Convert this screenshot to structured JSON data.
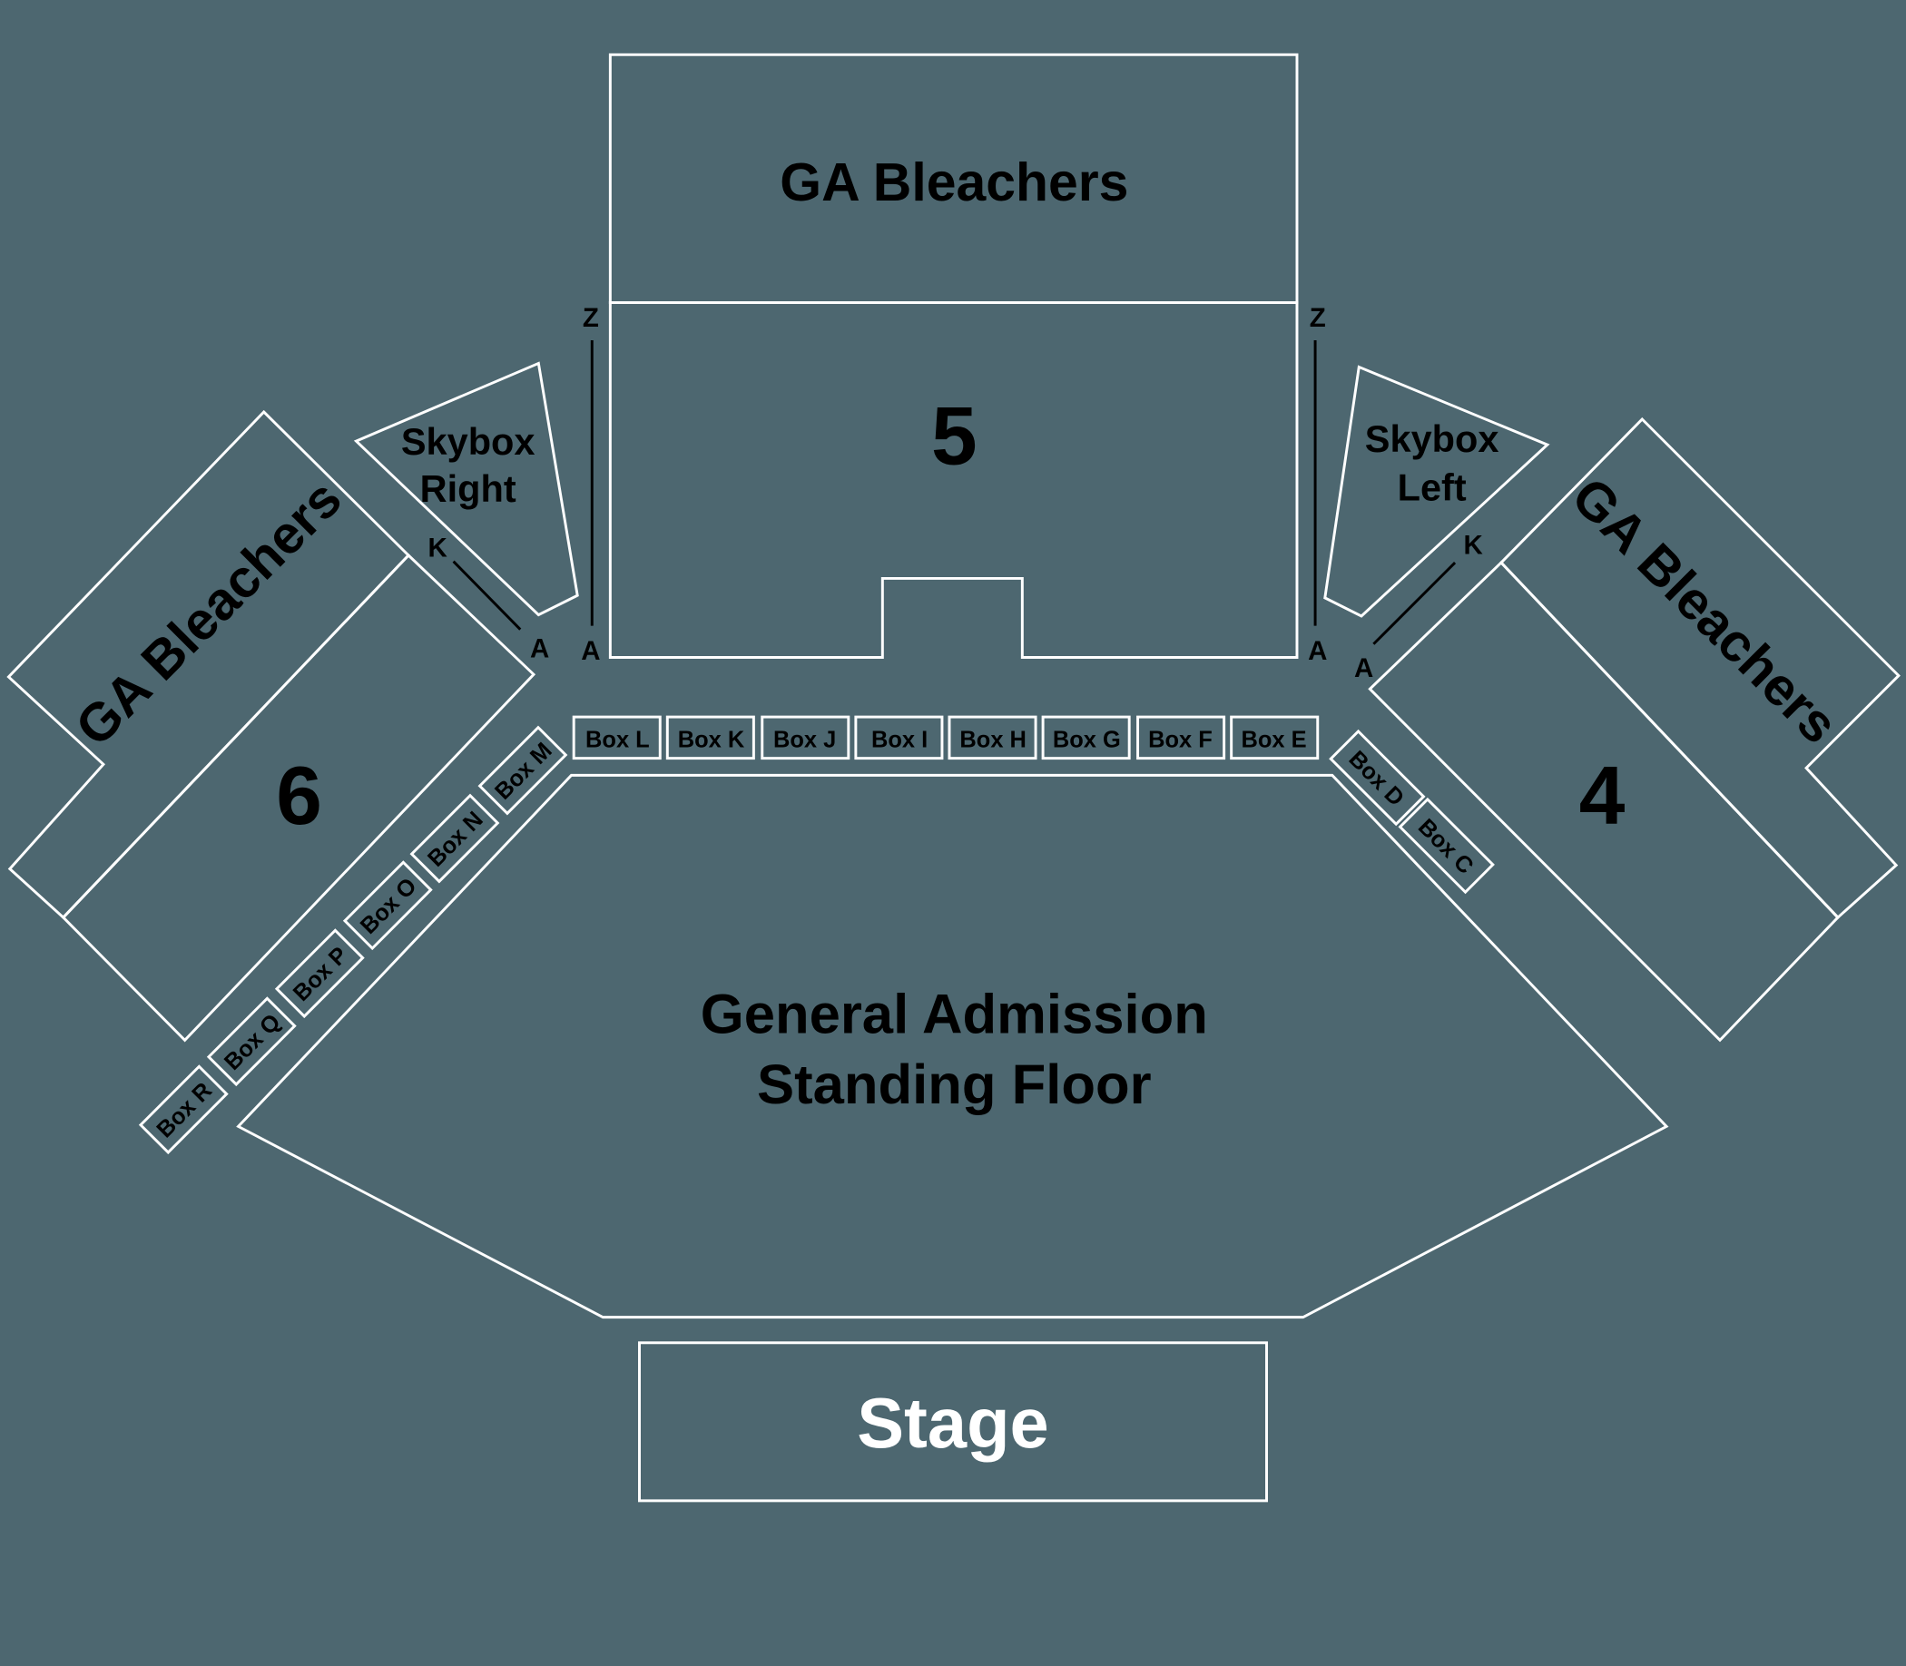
{
  "map": {
    "background": "#4d6770",
    "line_color": "#ffffff",
    "text_color": "#000000",
    "sections": {
      "ga_bleachers_top": "GA Bleachers",
      "ga_bleachers_left": "GA Bleachers",
      "ga_bleachers_right": "GA Bleachers",
      "section_5": "5",
      "section_6": "6",
      "section_4": "4",
      "skybox_right_line1": "Skybox",
      "skybox_right_line2": "Right",
      "skybox_left_line1": "Skybox",
      "skybox_left_line2": "Left",
      "floor_line1": "General Admission",
      "floor_line2": "Standing Floor",
      "stage": "Stage"
    },
    "row_markers": {
      "z_left": "Z",
      "a_left": "A",
      "z_right": "Z",
      "a_right": "A",
      "k_skybox_right": "K",
      "a_skybox_right": "A",
      "k_skybox_left": "K",
      "a_skybox_left": "A"
    },
    "boxes_top": [
      "Box L",
      "Box K",
      "Box J",
      "Box I",
      "Box H",
      "Box G",
      "Box F",
      "Box E"
    ],
    "boxes_left": [
      "Box M",
      "Box N",
      "Box O",
      "Box P",
      "Box Q",
      "Box R"
    ],
    "boxes_right": [
      "Box D",
      "Box C"
    ]
  }
}
